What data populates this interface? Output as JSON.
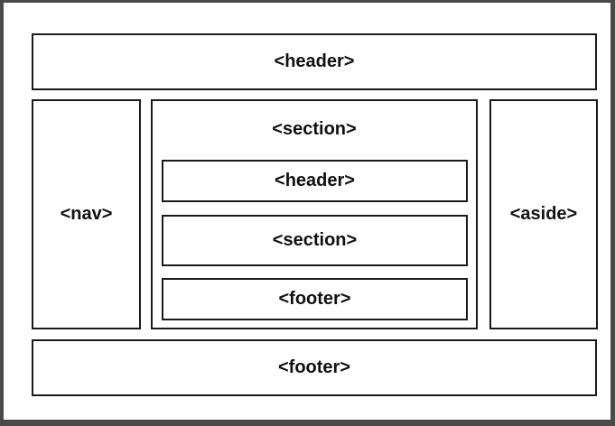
{
  "diagram": {
    "header_label": "<header>",
    "nav_label": "<nav>",
    "section_label": "<section>",
    "aside_label": "<aside>",
    "footer_label": "<footer>",
    "inner": {
      "header_label": "<header>",
      "section_label": "<section>",
      "footer_label": "<footer>"
    }
  },
  "colors": {
    "frame": "#4a4a4a",
    "background": "#ffffff",
    "stroke": "#1a1a1a",
    "text": "#111111"
  }
}
